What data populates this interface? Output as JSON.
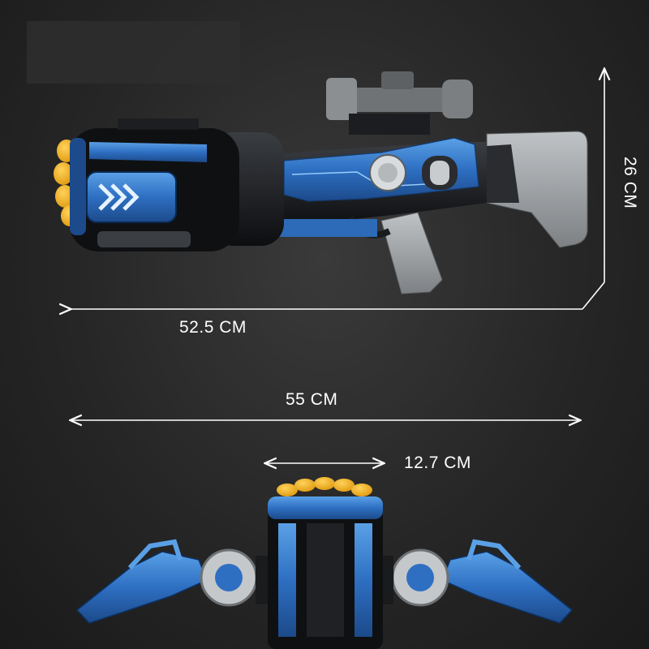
{
  "product": {
    "name": "toy blaster",
    "accent_color": "#2e6fc2",
    "ammo_color": "#f5b21b"
  },
  "dimensions": {
    "length_label": "52.5 CM",
    "height_label": "26 CM",
    "width_label": "55 CM",
    "barrel_label": "12.7 CM"
  }
}
